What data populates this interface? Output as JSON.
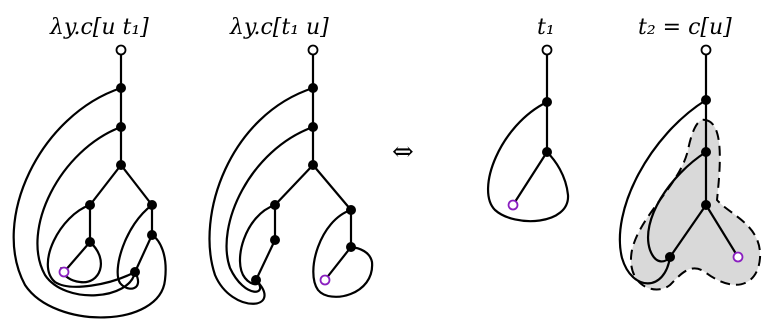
{
  "labels": {
    "diagram1": "λy.c[u t₁]",
    "diagram2": "λy.c[t₁ u]",
    "equiv": "⇔",
    "diagram3": "t₁",
    "diagram4": "t₂ = c[u]"
  }
}
